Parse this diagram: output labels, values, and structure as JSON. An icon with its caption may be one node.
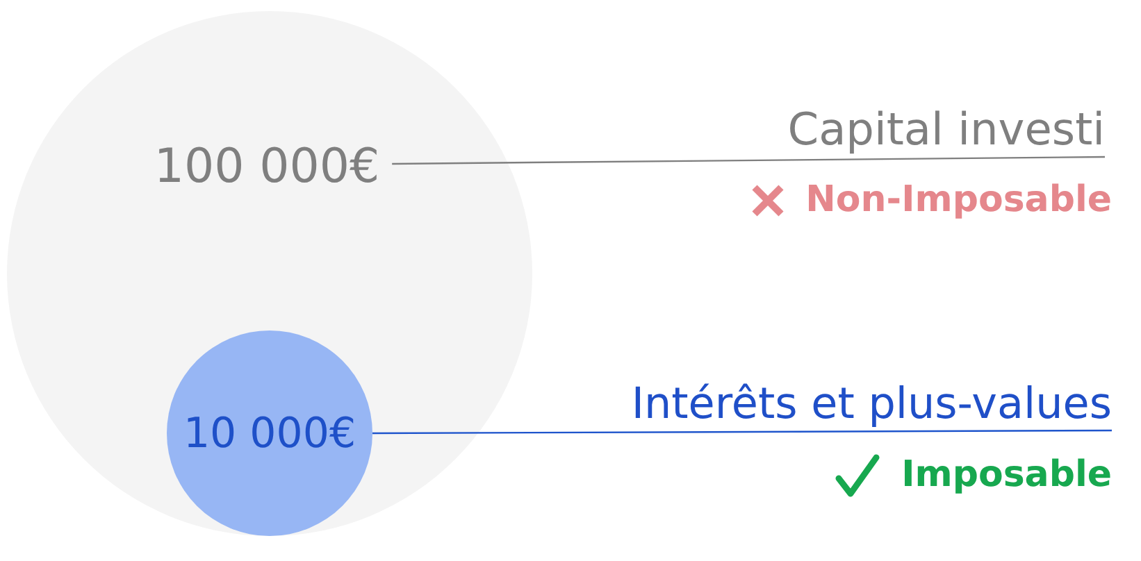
{
  "diagram": {
    "nodes": [
      {
        "text": [
          "100 000€"
        ]
      },
      {
        "text": [
          "10 000€"
        ],
        "in": 0
      },
      {
        "text": [
          "Capital investi"
        ],
        "beside": [
          "Non-Imposable"
        ]
      },
      {
        "text": [
          "Intérêts et plus-values"
        ],
        "beside": [
          "Imposable"
        ]
      }
    ],
    "edges": [
      {
        "from": 0,
        "to": 2,
        "arrow": "none",
        "color": "#7f7f7f"
      },
      {
        "from": 1,
        "to": 3,
        "arrow": "none",
        "color": "#1f55cc"
      }
    ]
  }
}
